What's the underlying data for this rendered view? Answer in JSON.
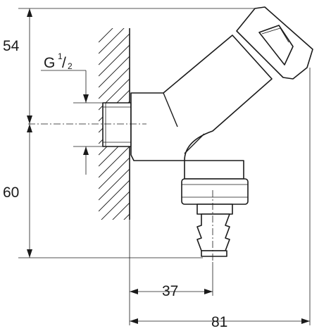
{
  "dimensions": {
    "top_height": "54",
    "bottom_height": "60",
    "thread_size_letter": "G",
    "thread_size_numerator": "1",
    "thread_size_denominator": "2",
    "outlet_offset": "37",
    "total_depth": "81"
  }
}
